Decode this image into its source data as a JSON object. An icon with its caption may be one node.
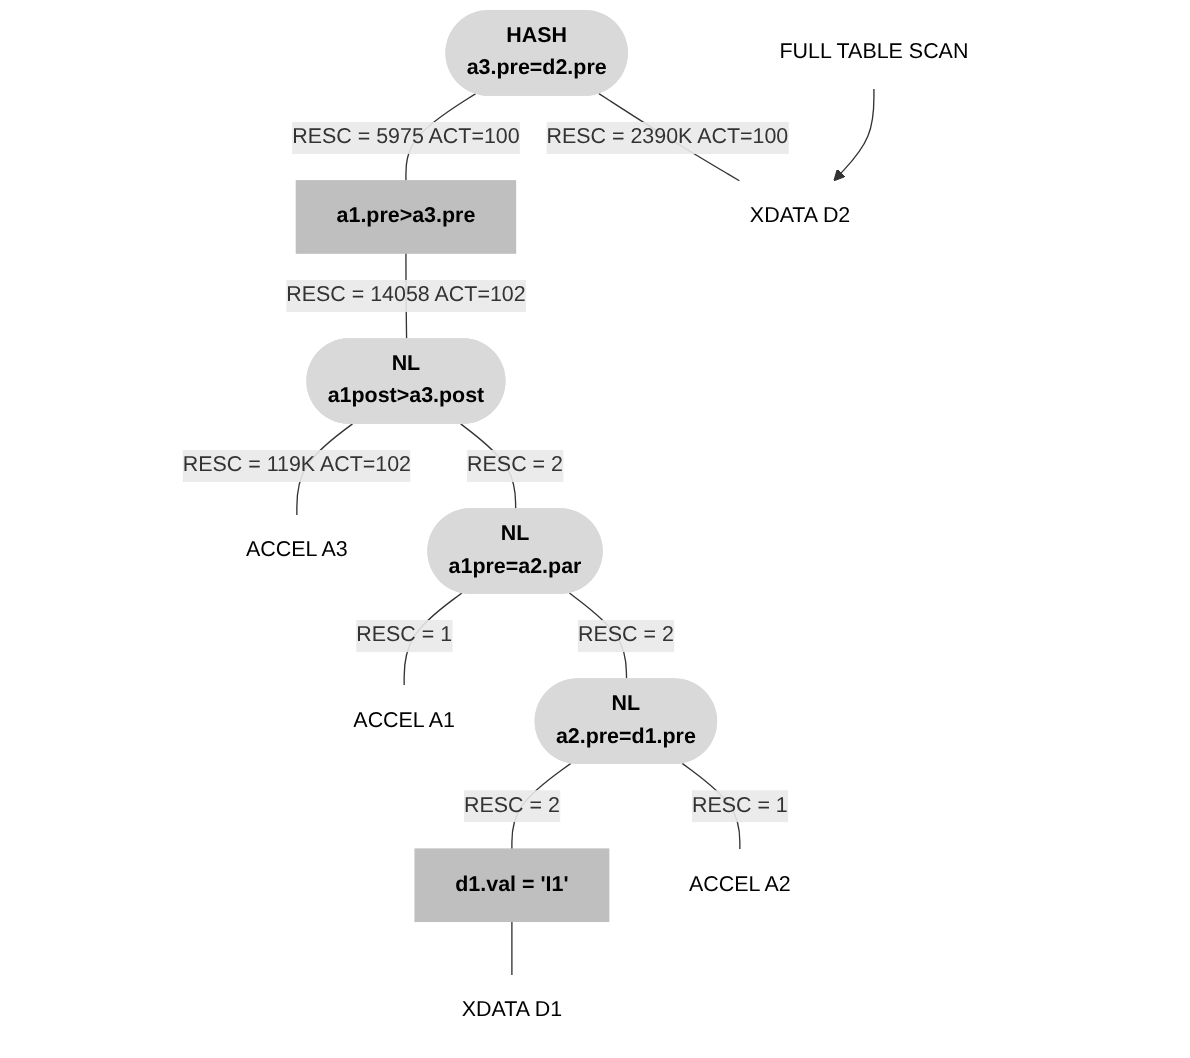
{
  "diagram": {
    "nodes": [
      {
        "text": [
          "HASH",
          "a3.pre=d2.pre"
        ]
      },
      {
        "text": [
          "a1.pre>a3.pre"
        ]
      },
      {
        "text": [
          "XDATA D2"
        ]
      },
      {
        "text": [
          "FULL TABLE SCAN"
        ]
      },
      {
        "text": [
          "NL",
          "a1post>a3.post"
        ]
      },
      {
        "text": [
          "ACCEL A3"
        ]
      },
      {
        "text": [
          "NL",
          "a1pre=a2.par"
        ]
      },
      {
        "text": [
          "ACCEL A1"
        ]
      },
      {
        "text": [
          "NL",
          "a2.pre=d1.pre"
        ]
      },
      {
        "text": [
          "d1.val = 'I1'"
        ]
      },
      {
        "text": [
          "ACCEL A2"
        ]
      },
      {
        "text": [
          "XDATA D1"
        ]
      }
    ],
    "edges": [
      {
        "from": 0,
        "to": 1,
        "arrow": "none",
        "label": "RESC = 5975 ACT=100"
      },
      {
        "from": 0,
        "to": 2,
        "arrow": "none",
        "label": "RESC = 2390K ACT=100"
      },
      {
        "from": 3,
        "to": 2,
        "arrow": "to"
      },
      {
        "from": 1,
        "to": 4,
        "arrow": "none",
        "label": "RESC = 14058 ACT=102"
      },
      {
        "from": 4,
        "to": 6,
        "arrow": "none",
        "label": "RESC = 2"
      },
      {
        "from": 4,
        "to": 5,
        "arrow": "none",
        "label": "RESC = 119K ACT=102"
      },
      {
        "from": 6,
        "to": 8,
        "arrow": "none",
        "label": "RESC = 2"
      },
      {
        "from": 6,
        "to": 7,
        "arrow": "none",
        "label": "RESC = 1"
      },
      {
        "from": 8,
        "to": 9,
        "arrow": "none",
        "label": "RESC = 2"
      },
      {
        "from": 8,
        "to": 10,
        "arrow": "none",
        "label": "RESC = 1"
      },
      {
        "from": 9,
        "to": 11,
        "arrow": "none"
      }
    ]
  }
}
